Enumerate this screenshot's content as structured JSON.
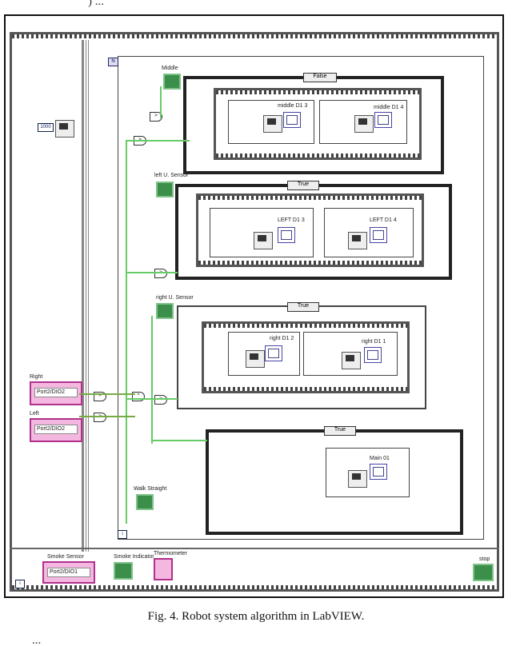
{
  "figure": {
    "caption": "Fig. 4. Robot system algorithm in LabVIEW.",
    "terminals": {
      "middle": "Middle",
      "left_u_sensor": "left U. Sensor",
      "right_u_sensor": "right U. Sensor",
      "right": "Right",
      "left": "Left",
      "walk_straight": "Walk Straight",
      "smoke_sensor": "Smoke Sensor",
      "smoke_indicator": "Smoke Indicator",
      "thermometer": "Thermometer",
      "stop": "stop"
    },
    "port_value": "Port2/DIO2",
    "smoke_port_value": "Port2/DIO1",
    "case_selectors": [
      "False",
      "True",
      "True",
      "True"
    ],
    "sub_labels": [
      "middle D1 3",
      "middle D1 4",
      "LEFT D1 3",
      "LEFT D1 4",
      "right D1 2",
      "right D1 1",
      "Main 01"
    ],
    "wait_const": "1000",
    "loop_index": "i",
    "stop_button": "stop"
  }
}
